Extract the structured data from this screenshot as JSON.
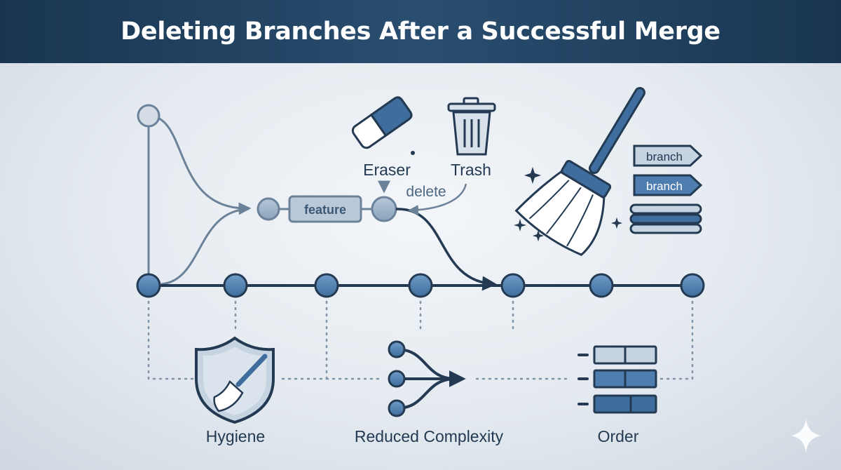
{
  "header": {
    "title": "Deleting Branches After a Successful Merge"
  },
  "diagram": {
    "feature_label": "feature",
    "tool_labels": {
      "eraser": "Eraser",
      "trash": "Trash",
      "delete": "delete"
    },
    "branch_tags": [
      "branch",
      "branch"
    ],
    "benefits": [
      {
        "label": "Hygiene",
        "icon": "shield-broom-icon"
      },
      {
        "label": "Reduced Complexity",
        "icon": "merge-arrows-icon"
      },
      {
        "label": "Order",
        "icon": "organized-list-icon"
      }
    ],
    "colors": {
      "header": "#1f3d5a",
      "node_fill": "#4e7eb0",
      "line_dark": "#233a52",
      "line_muted": "#6b8299",
      "accent": "#3e6d9e"
    }
  }
}
